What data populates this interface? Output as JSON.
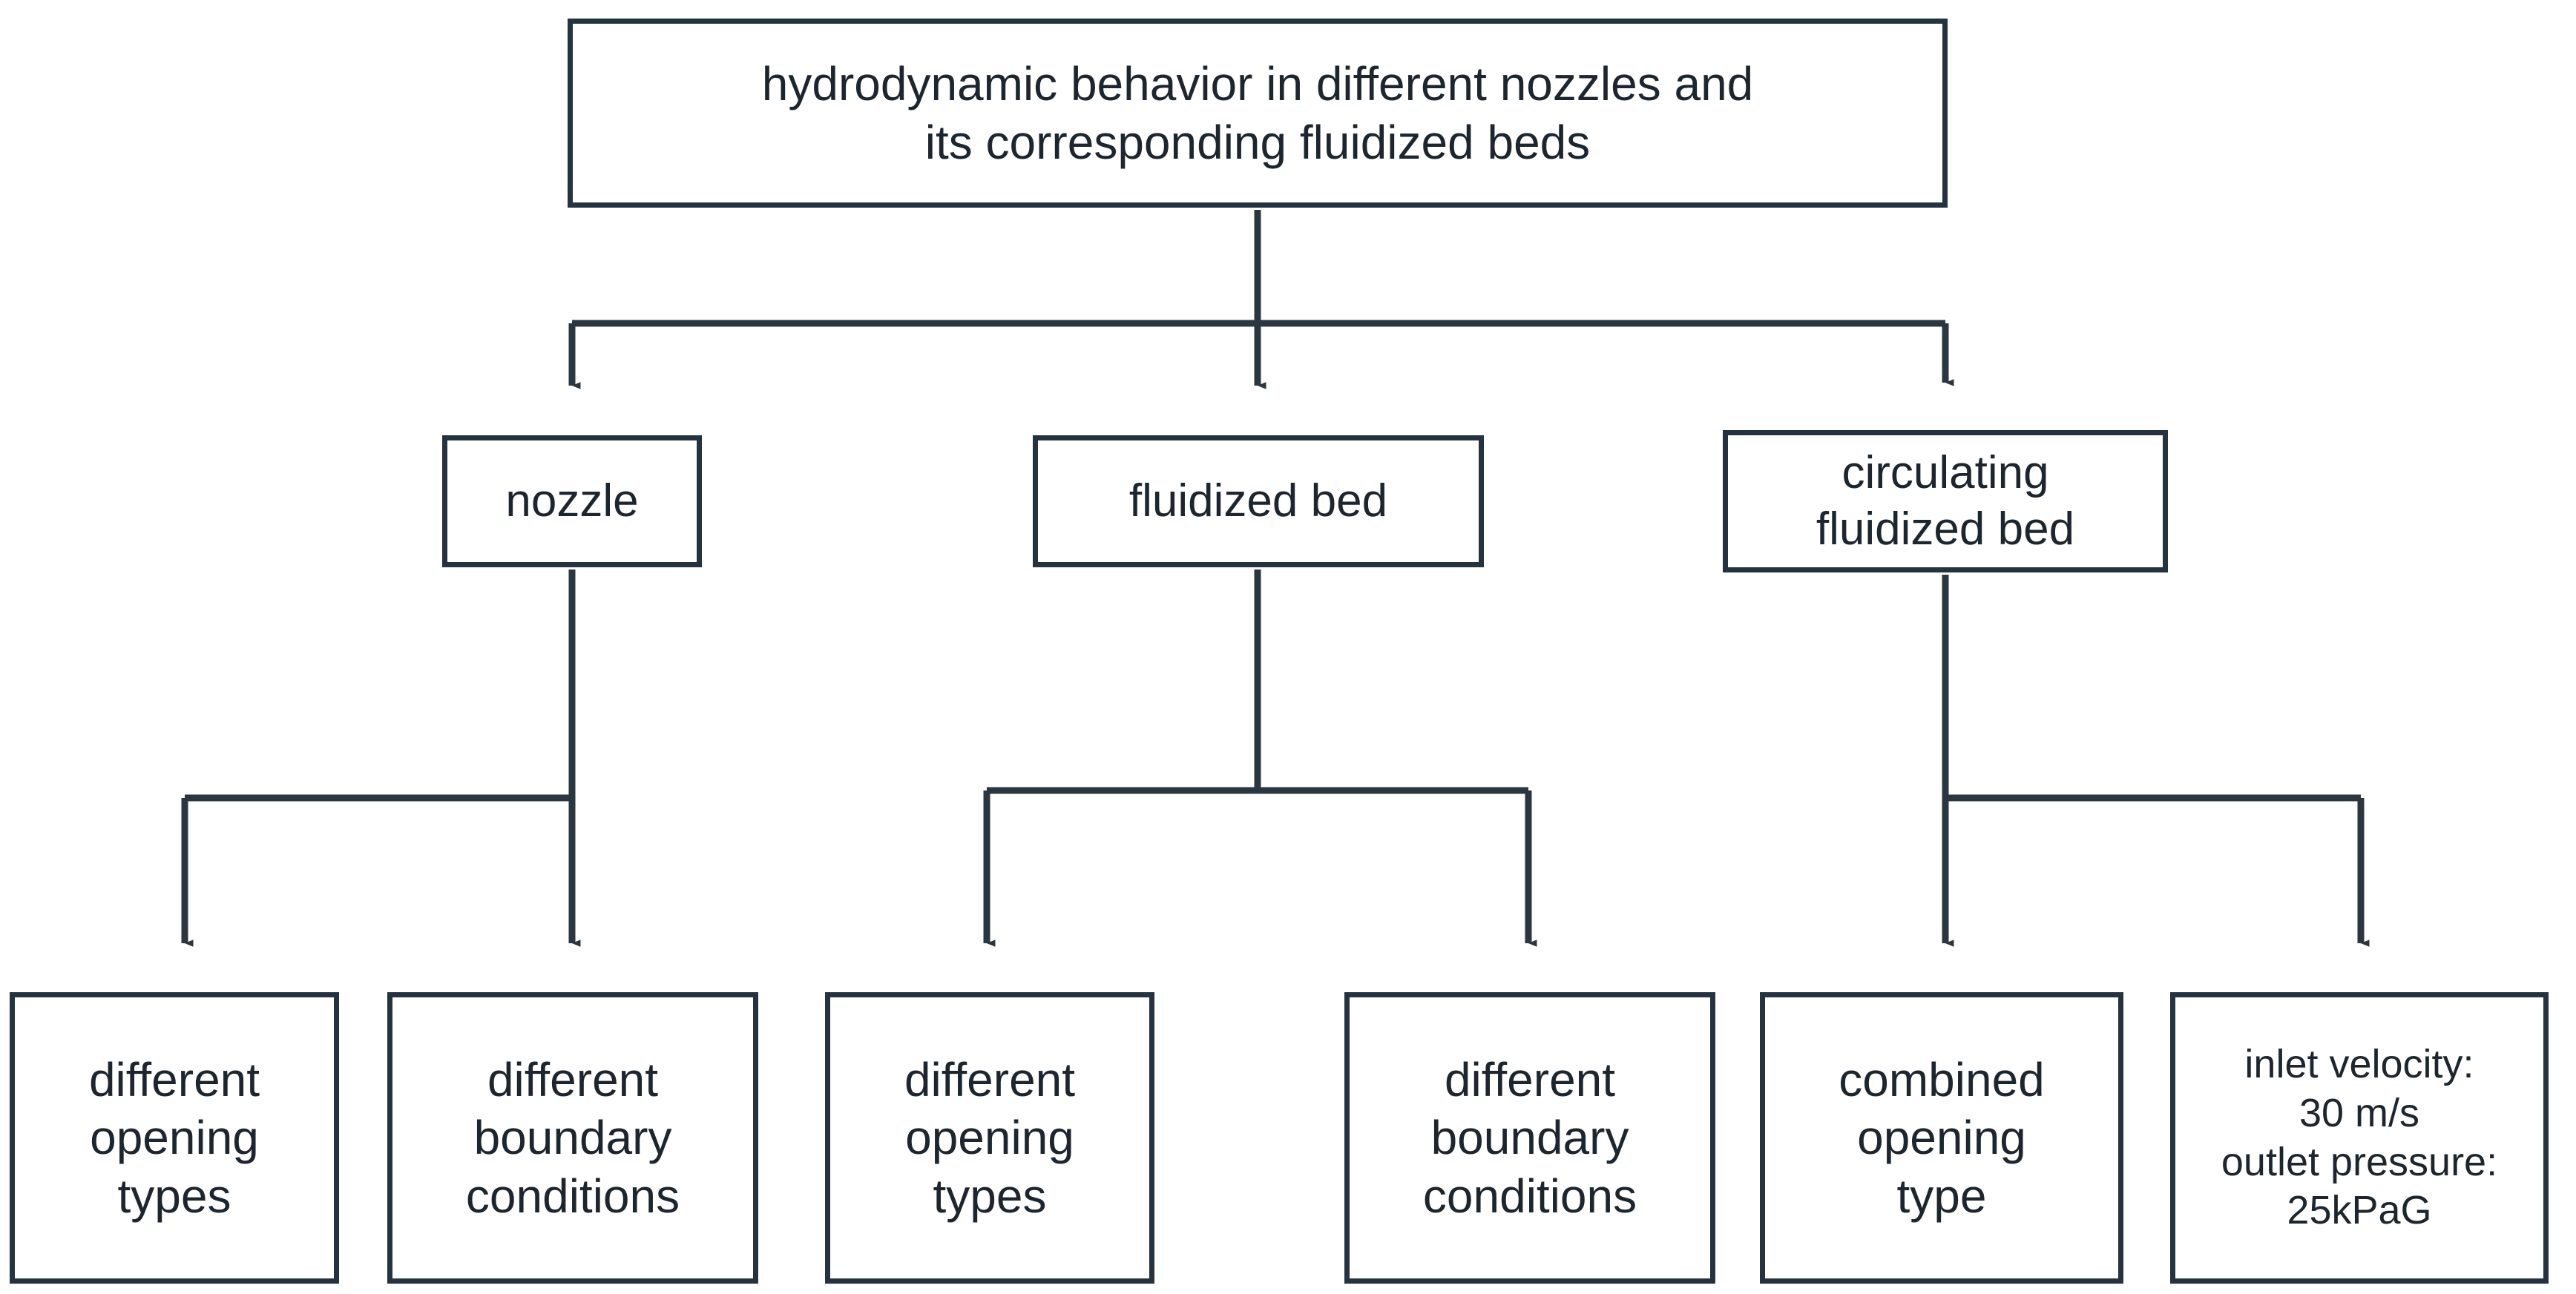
{
  "diagram": {
    "title_node": {
      "id": "root",
      "label": "hydrodynamic behavior in different nozzles and\nits corresponding fluidized beds"
    },
    "level2": [
      {
        "id": "nozzle",
        "label": "nozzle"
      },
      {
        "id": "fluidized-bed",
        "label": "fluidized bed"
      },
      {
        "id": "circulating-fluidized-bed",
        "label": "circulating\nfluidized bed"
      }
    ],
    "level3": [
      {
        "id": "nozzle-opening-types",
        "parent": "nozzle",
        "label": "different\nopening\ntypes"
      },
      {
        "id": "nozzle-boundary-conditions",
        "parent": "nozzle",
        "label": "different\nboundary\nconditions"
      },
      {
        "id": "fb-opening-types",
        "parent": "fluidized-bed",
        "label": "different\nopening\ntypes"
      },
      {
        "id": "fb-boundary-conditions",
        "parent": "fluidized-bed",
        "label": "different\nboundary\nconditions"
      },
      {
        "id": "cfb-combined-opening-type",
        "parent": "circulating-fluidized-bed",
        "label": "combined\nopening\ntype"
      },
      {
        "id": "cfb-operating-conditions",
        "parent": "circulating-fluidized-bed",
        "label": "inlet velocity:\n30 m/s\noutlet pressure:\n25kPaG"
      }
    ],
    "colors": {
      "box_border": "#253340",
      "connector": "#2b3740",
      "text": "#1d262e",
      "background": "#ffffff"
    }
  }
}
